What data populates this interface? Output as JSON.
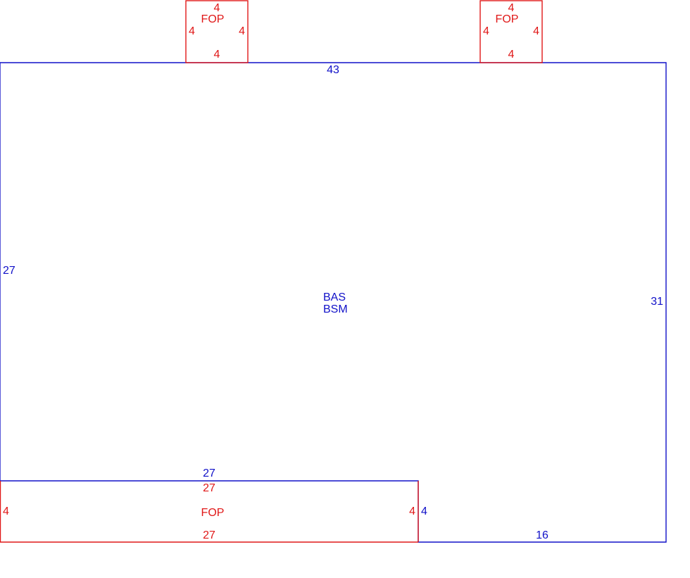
{
  "colors": {
    "main_area": "#1010c8",
    "fop": "#e01818"
  },
  "main_area": {
    "name_line1": "BAS",
    "name_line2": "BSM",
    "dim_top": "43",
    "dim_left": "27",
    "dim_right": "31",
    "dim_inner_top": "27",
    "dim_inner_right": "4",
    "dim_bottom": "16"
  },
  "fop_top_left": {
    "name": "FOP",
    "dim_top": "4",
    "dim_left": "4",
    "dim_right": "4",
    "dim_bottom": "4"
  },
  "fop_top_right": {
    "name": "FOP",
    "dim_top": "4",
    "dim_left": "4",
    "dim_right": "4",
    "dim_bottom": "4"
  },
  "fop_bottom": {
    "name": "FOP",
    "dim_top": "27",
    "dim_left": "4",
    "dim_right": "4",
    "dim_bottom": "27"
  }
}
